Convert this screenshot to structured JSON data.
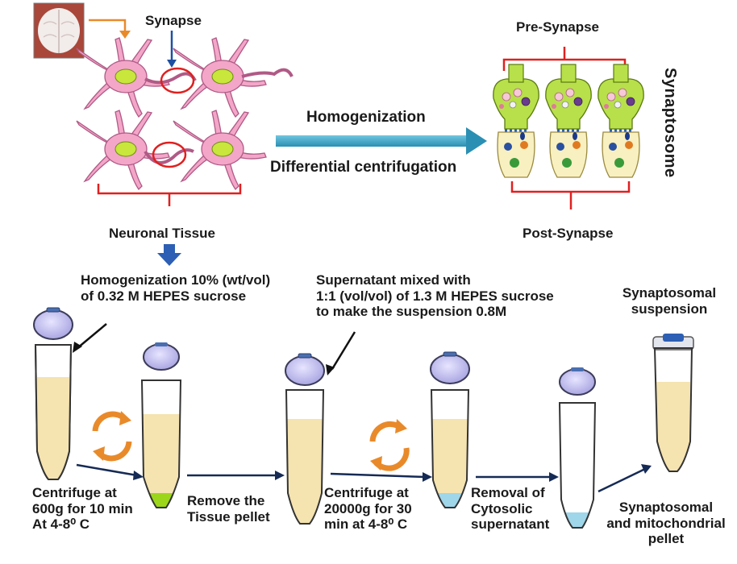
{
  "top": {
    "synapse_label": "Synapse",
    "neuronal_tissue_label": "Neuronal Tissue",
    "process_step_1": "Homogenization",
    "process_step_2": "Differential centrifugation",
    "pre_synapse_label": "Pre-Synapse",
    "post_synapse_label": "Post-Synapse",
    "synaptosome_label": "Synaptosome"
  },
  "bottom": {
    "homogenization_note": [
      "Homogenization 10% (wt/vol)",
      "of  0.32 M HEPES sucrose"
    ],
    "supernatant_note": [
      "Supernatant mixed with",
      "1:1 (vol/vol) of  1.3 M HEPES  sucrose",
      "to make the suspension 0.8M"
    ],
    "suspension_label": [
      "Synaptosomal",
      "suspension"
    ],
    "step_centrifuge_1": [
      "Centrifuge at",
      "600g for 10 min",
      "At 4-8⁰ C"
    ],
    "step_remove_pellet": [
      "Remove the",
      "Tissue pellet"
    ],
    "step_centrifuge_2": [
      "Centrifuge at",
      "20000g for 30",
      "min at 4-8⁰ C"
    ],
    "step_removal_cytosolic": [
      "Removal of",
      "Cytosolic",
      "supernatant"
    ],
    "step_final_pellet": [
      "Synaptosomal",
      "and mitochondrial",
      "pellet"
    ]
  },
  "colors": {
    "neuron_fill": "#f3a6c8",
    "nucleus_fill": "#c8e63c",
    "arrow_teal": "#3aa8c8",
    "bracket_red": "#e02020",
    "tube_liquid": "#f5e3b0",
    "pellet_green": "#9cd61a",
    "pellet_blue": "#9fd6ea",
    "cap_fill": "#c9c6f0",
    "rotate_orange": "#e98a2a"
  }
}
